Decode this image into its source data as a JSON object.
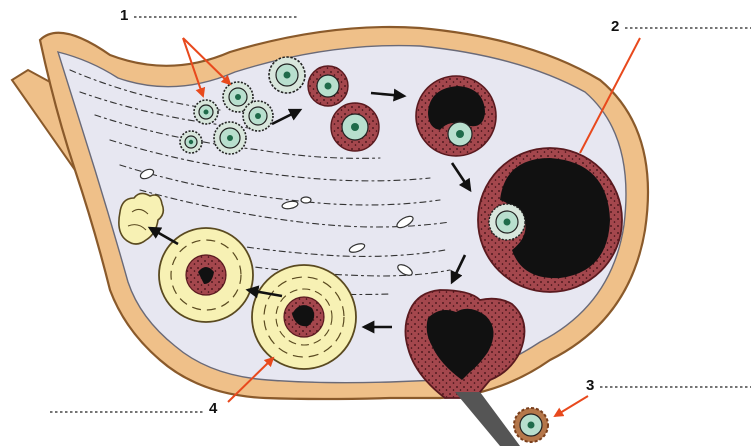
{
  "labels": [
    {
      "id": "label-1",
      "text": "1",
      "answer_blank": ""
    },
    {
      "id": "label-2",
      "text": "2",
      "answer_blank": ""
    },
    {
      "id": "label-3",
      "text": "3",
      "answer_blank": ""
    },
    {
      "id": "label-4",
      "text": "4",
      "answer_blank": ""
    }
  ],
  "colors": {
    "capsule": "#efc089",
    "capsule_outline": "#8a5a2b",
    "stroma": "#e7e7f1",
    "follicle_wall": "#a4474d",
    "antrum": "#111111",
    "oocyte": "#b8dfce",
    "oocyte_nucleus": "#1f6b4a",
    "corpus_luteum": "#f7f1b4",
    "leader": "#e8491d"
  },
  "icons": [
    "flow-arrow",
    "leader-arrow"
  ]
}
